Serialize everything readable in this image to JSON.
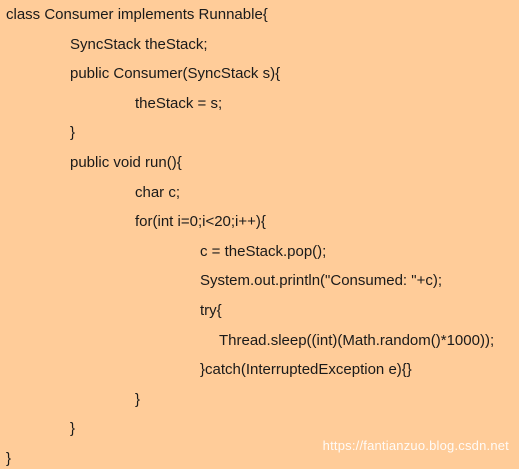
{
  "code": {
    "lines": [
      "class Consumer implements Runnable{",
      "SyncStack theStack;",
      "public Consumer(SyncStack s){",
      "theStack = s;",
      "}",
      "public void run(){",
      "char c;",
      "for(int i=0;i<20;i++){",
      "c = theStack.pop();",
      "System.out.println(\"Consumed: \"+c);",
      "try{",
      "Thread.sleep((int)(Math.random()*1000));",
      "}catch(InterruptedException e){}",
      "}",
      "}",
      "}"
    ]
  },
  "watermark": "https://fantianzuo.blog.csdn.net",
  "colors": {
    "background": "#ffcc99",
    "text": "#1a1a1a",
    "watermark": "#ffffff"
  }
}
